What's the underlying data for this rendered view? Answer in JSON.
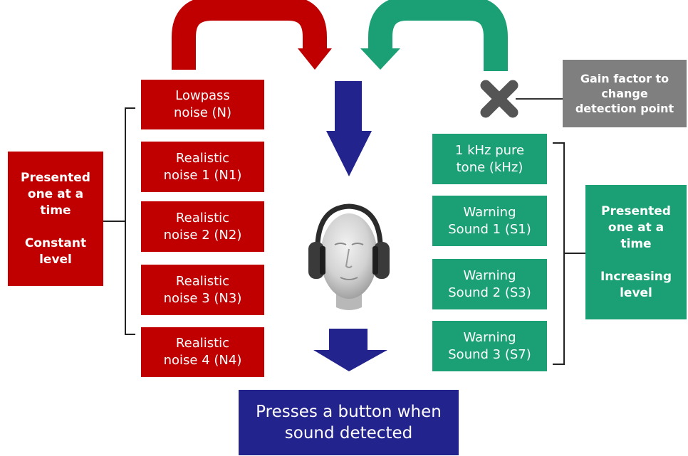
{
  "left_label": {
    "line1": "Presented",
    "line2": "one at a",
    "line3": "time",
    "line4": "Constant",
    "line5": "level"
  },
  "noises": [
    {
      "line1": "Lowpass",
      "line2": "noise (N)"
    },
    {
      "line1": "Realistic",
      "line2": "noise 1 (N1)"
    },
    {
      "line1": "Realistic",
      "line2": "noise 2 (N2)"
    },
    {
      "line1": "Realistic",
      "line2": "noise 3 (N3)"
    },
    {
      "line1": "Realistic",
      "line2": "noise 4 (N4)"
    }
  ],
  "sounds": [
    {
      "line1": "1 kHz pure",
      "line2": "tone (kHz)"
    },
    {
      "line1": "Warning",
      "line2": "Sound 1 (S1)"
    },
    {
      "line1": "Warning",
      "line2": "Sound 2 (S3)"
    },
    {
      "line1": "Warning",
      "line2": "Sound 3 (S7)"
    }
  ],
  "right_label": {
    "line1": "Presented",
    "line2": "one at a",
    "line3": "time",
    "line4": "Increasing",
    "line5": "level"
  },
  "gain": {
    "line1": "Gain factor to",
    "line2": "change",
    "line3": "detection point"
  },
  "result": {
    "line1": "Presses a button when",
    "line2": "sound detected"
  },
  "colors": {
    "noise": "#c00000",
    "sound": "#1aa074",
    "gain": "#7f7f7f",
    "action": "#23238e",
    "cross": "#555555"
  },
  "icons": {
    "listener": "head-with-headphones-icon",
    "cross": "cross-icon"
  }
}
